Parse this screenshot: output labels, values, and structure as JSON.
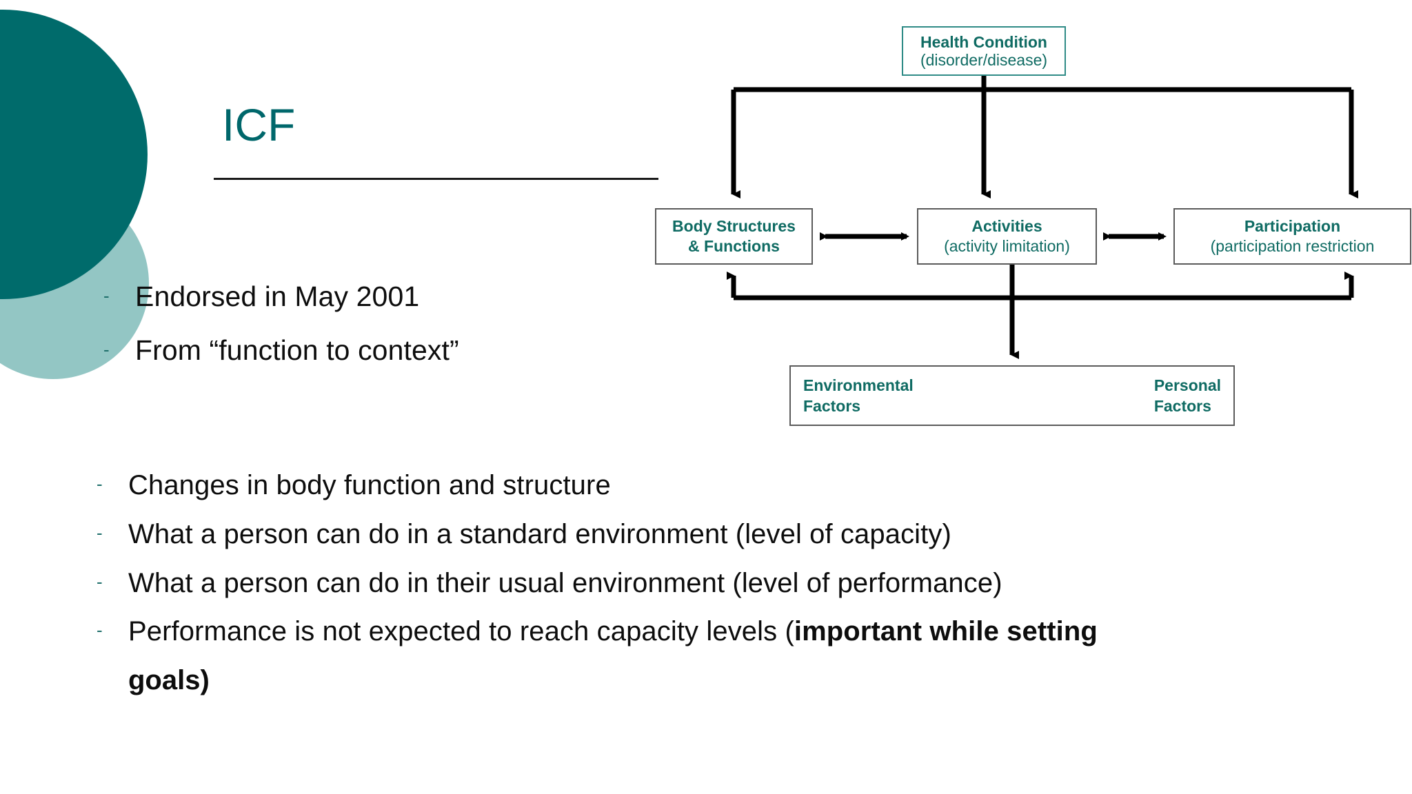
{
  "slide": {
    "title": "ICF",
    "accent_dark": "#006B6B",
    "accent_light": "#93C6C4",
    "title_color": "#00676B",
    "diagram_text_color": "#0F6B63"
  },
  "bullets_top": [
    {
      "dash": "-",
      "text": "Endorsed in May 2001"
    },
    {
      "dash": "-",
      "text": "From “function to context”"
    }
  ],
  "bullets_bottom": [
    {
      "dash": "-",
      "text": "Changes in body function and structure"
    },
    {
      "dash": "-",
      "text": "What a person can do in a standard environment (level of capacity)"
    },
    {
      "dash": "-",
      "text": "What a person can do in their usual environment (level of performance)"
    },
    {
      "dash": "-",
      "text_plain": "Performance is not expected to reach capacity levels (",
      "text_bold": "important while setting",
      "text_cont_bold": "goals)"
    }
  ],
  "diagram": {
    "health_condition": {
      "line1": "Health Condition",
      "line2": "(disorder/disease)"
    },
    "body_structures": {
      "line1": "Body Structures",
      "line2": "& Functions"
    },
    "activities": {
      "line1": "Activities",
      "line2": "(activity limitation)"
    },
    "participation": {
      "line1": "Participation",
      "line2": "(participation restriction"
    },
    "contextual": {
      "env_line1": "Environmental",
      "env_line2": "Factors",
      "personal_line1": "Personal",
      "personal_line2": "Factors"
    }
  }
}
